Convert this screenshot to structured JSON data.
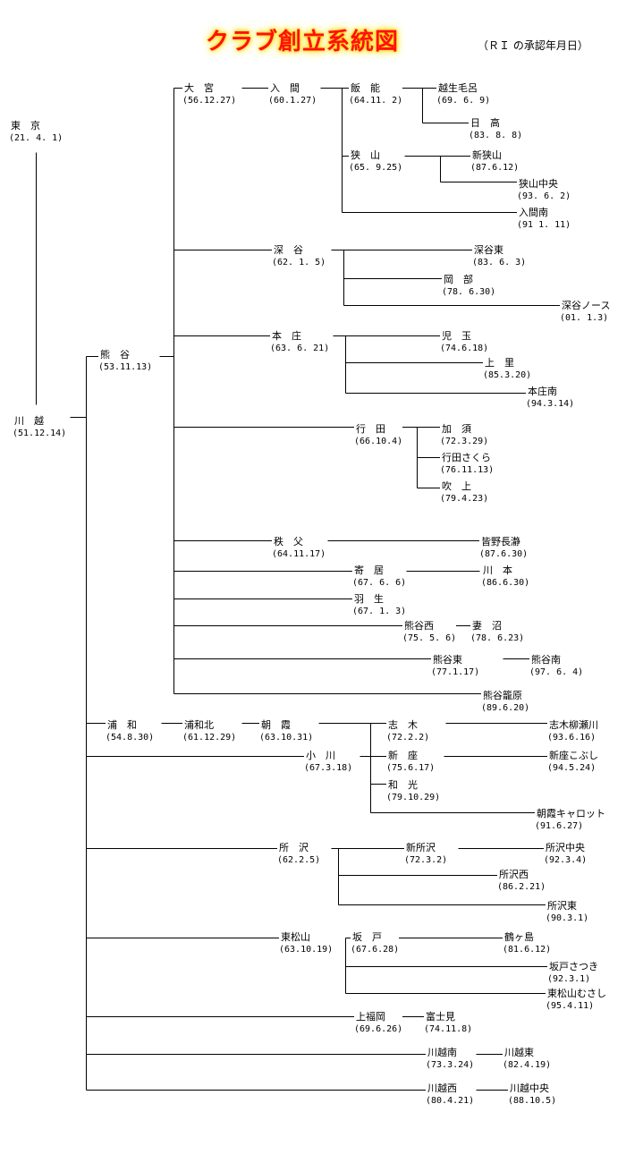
{
  "header": {
    "title": "クラブ創立系統図",
    "subtitle": "（ＲＩ の承認年月日）"
  },
  "clubs": [
    {
      "name": "東　京",
      "date": "(21. 4. 1)"
    },
    {
      "name": "川　越",
      "date": "(51.12.14)"
    },
    {
      "name": "熊　谷",
      "date": "(53.11.13)"
    },
    {
      "name": "大　宮",
      "date": "(56.12.27)"
    },
    {
      "name": "入　間",
      "date": "(60.1.27)"
    },
    {
      "name": "飯　能",
      "date": "(64.11. 2)"
    },
    {
      "name": "越生毛呂",
      "date": "(69. 6. 9)"
    },
    {
      "name": "日　高",
      "date": "(83. 8. 8)"
    },
    {
      "name": "狭　山",
      "date": "(65. 9.25)"
    },
    {
      "name": "新狭山",
      "date": "(87.6.12)"
    },
    {
      "name": "狭山中央",
      "date": "(93. 6. 2)"
    },
    {
      "name": "入間南",
      "date": "(91 1. 11)"
    },
    {
      "name": "深　谷",
      "date": "(62. 1. 5)"
    },
    {
      "name": "深谷東",
      "date": "(83. 6. 3)"
    },
    {
      "name": "岡　部",
      "date": "(78. 6.30)"
    },
    {
      "name": "深谷ノース",
      "date": "(01. 1.3)"
    },
    {
      "name": "本　庄",
      "date": "(63. 6. 21)"
    },
    {
      "name": "児　玉",
      "date": "(74.6.18)"
    },
    {
      "name": "上　里",
      "date": "(85.3.20)"
    },
    {
      "name": "本庄南",
      "date": "(94.3.14)"
    },
    {
      "name": "行　田",
      "date": "(66.10.4)"
    },
    {
      "name": "加　須",
      "date": "(72.3.29)"
    },
    {
      "name": "行田さくら",
      "date": "(76.11.13)"
    },
    {
      "name": "吹　上",
      "date": "(79.4.23)"
    },
    {
      "name": "秩　父",
      "date": "(64.11.17)"
    },
    {
      "name": "皆野長瀞",
      "date": "(87.6.30)"
    },
    {
      "name": "寄　居",
      "date": "(67. 6. 6)"
    },
    {
      "name": "川　本",
      "date": "(86.6.30)"
    },
    {
      "name": "羽　生",
      "date": "(67. 1. 3)"
    },
    {
      "name": "熊谷西",
      "date": "(75. 5. 6)"
    },
    {
      "name": "妻　沼",
      "date": "(78. 6.23)"
    },
    {
      "name": "熊谷東",
      "date": "(77.1.17)"
    },
    {
      "name": "熊谷南",
      "date": "(97. 6. 4)"
    },
    {
      "name": "熊谷籠原",
      "date": "(89.6.20)"
    },
    {
      "name": "浦　和",
      "date": "(54.8.30)"
    },
    {
      "name": "浦和北",
      "date": "(61.12.29)"
    },
    {
      "name": "朝　霞",
      "date": "(63.10.31)"
    },
    {
      "name": "志　木",
      "date": "(72.2.2)"
    },
    {
      "name": "志木柳瀬川",
      "date": "(93.6.16)"
    },
    {
      "name": "小　川",
      "date": "(67.3.18)"
    },
    {
      "name": "新　座",
      "date": "(75.6.17)"
    },
    {
      "name": "新座こぶし",
      "date": "(94.5.24)"
    },
    {
      "name": "和　光",
      "date": "(79.10.29)"
    },
    {
      "name": "朝霞キャロット",
      "date": "(91.6.27)"
    },
    {
      "name": "所　沢",
      "date": "(62.2.5)"
    },
    {
      "name": "新所沢",
      "date": "(72.3.2)"
    },
    {
      "name": "所沢中央",
      "date": "(92.3.4)"
    },
    {
      "name": "所沢西",
      "date": "(86.2.21)"
    },
    {
      "name": "所沢東",
      "date": "(90.3.1)"
    },
    {
      "name": "東松山",
      "date": "(63.10.19)"
    },
    {
      "name": "坂　戸",
      "date": "(67.6.28)"
    },
    {
      "name": "鶴ヶ島",
      "date": "(81.6.12)"
    },
    {
      "name": "坂戸さつき",
      "date": "(92.3.1)"
    },
    {
      "name": "東松山むさし",
      "date": "(95.4.11)"
    },
    {
      "name": "上福岡",
      "date": "(69.6.26)"
    },
    {
      "name": "富士見",
      "date": "(74.11.8)"
    },
    {
      "name": "川越南",
      "date": "(73.3.24)"
    },
    {
      "name": "川越東",
      "date": "(82.4.19)"
    },
    {
      "name": "川越西",
      "date": "(80.4.21)"
    },
    {
      "name": "川越中央",
      "date": "(88.10.5)"
    }
  ]
}
